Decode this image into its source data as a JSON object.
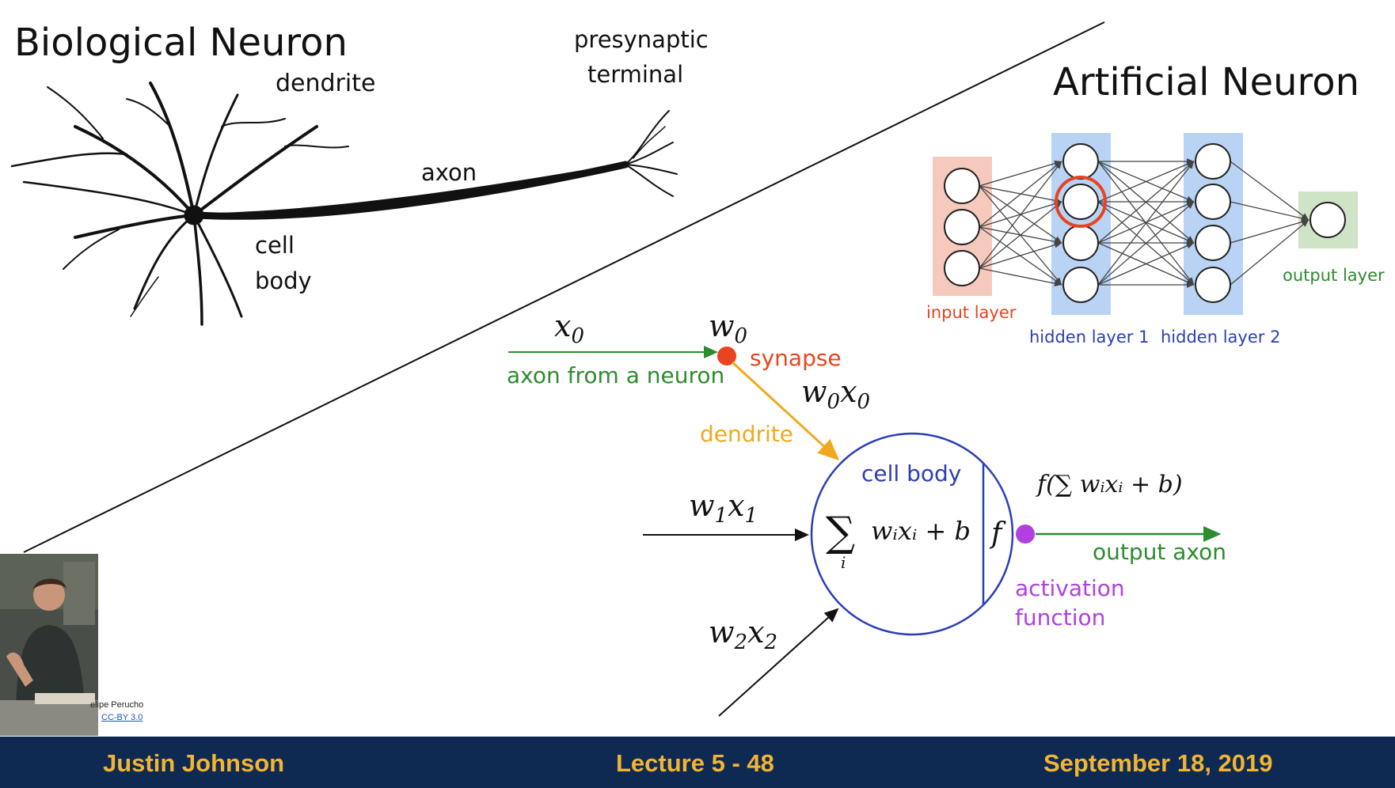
{
  "biological": {
    "title": "Biological Neuron",
    "dendrite_label": "dendrite",
    "presynaptic_label_line1": "presynaptic",
    "presynaptic_label_line2": "terminal",
    "axon_label": "axon",
    "cell_label_line1": "cell",
    "cell_label_line2": "body"
  },
  "artificial": {
    "title": "Artificial Neuron",
    "input_layer": "input layer",
    "hidden_layer_1": "hidden layer 1",
    "hidden_layer_2": "hidden layer 2",
    "output_layer": "output layer"
  },
  "model": {
    "x0": "x",
    "x0_sub": "0",
    "w0": "w",
    "w0_sub": "0",
    "synapse": "synapse",
    "axon_from_neuron": "axon from a neuron",
    "w0x0_w": "w",
    "w0x0_w_sub": "0",
    "w0x0_x": "x",
    "w0x0_x_sub": "0",
    "dendrite": "dendrite",
    "w1x1_w": "w",
    "w1x1_w_sub": "1",
    "w1x1_x": "x",
    "w1x1_x_sub": "1",
    "w2x2_w": "w",
    "w2x2_w_sub": "2",
    "w2x2_x": "x",
    "w2x2_x_sub": "2",
    "cell_body": "cell body",
    "sum_symbol": "∑",
    "sum_index": "i",
    "sum_expr": "wᵢxᵢ + b",
    "f_symbol": "f",
    "output_formula": "f(∑ wᵢxᵢ + b)",
    "output_axon": "output axon",
    "activation_line1": "activation",
    "activation_line2": "function"
  },
  "footer": {
    "author": "Justin Johnson",
    "lecture": "Lecture 5 - 48",
    "date": "September 18, 2019"
  },
  "credit": {
    "name": "elipe Perucho",
    "license": "CC-BY 3.0"
  },
  "colors": {
    "green": "#2e8b2e",
    "orange": "#f2a81e",
    "red": "#e8441f",
    "blue": "#2a3fb5",
    "purple": "#b040e0",
    "input_bg": "#f6c9bd",
    "hidden_bg": "#b9d3f5",
    "output_bg": "#cfe3c6",
    "footer_bg": "#0e2a52",
    "footer_text": "#f2b533"
  }
}
